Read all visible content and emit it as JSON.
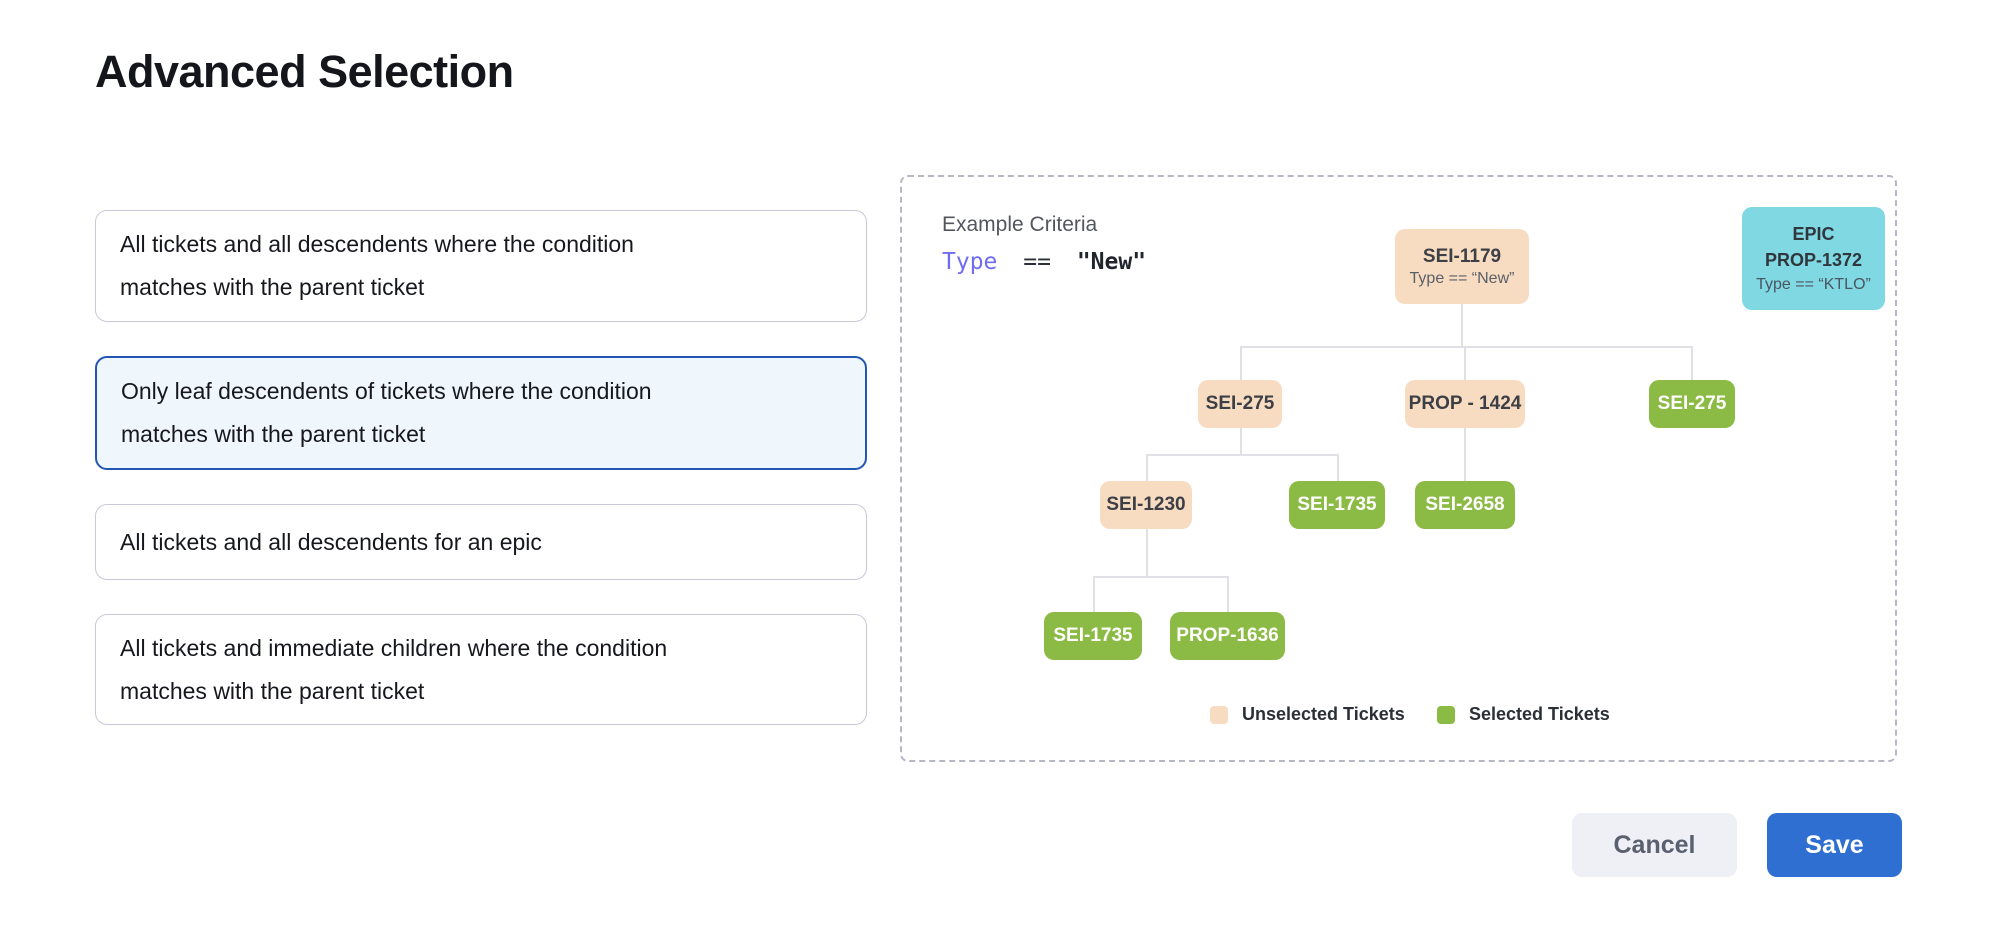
{
  "title": "Advanced Selection",
  "options": [
    {
      "label": "All tickets and all descendents where the condition\nmatches with the parent ticket",
      "selected": false
    },
    {
      "label": "Only leaf descendents of tickets where the condition\nmatches with the parent ticket",
      "selected": true
    },
    {
      "label": "All tickets and all descendents for an epic",
      "selected": false
    },
    {
      "label": "All tickets and immediate children where the condition\nmatches with the parent ticket",
      "selected": false
    }
  ],
  "panel": {
    "heading": "Example Criteria",
    "criteria": {
      "field": "Type",
      "operator": "==",
      "value": "\"New\""
    },
    "epic": {
      "kind": "EPIC",
      "id": "PROP-1372",
      "criteria": "Type == “KTLO”"
    },
    "tree": {
      "root": {
        "id": "SEI-1179",
        "criteria": "Type == “New”",
        "state": "unselected"
      },
      "nodes": [
        {
          "id": "SEI-275",
          "state": "unselected"
        },
        {
          "id": "PROP - 1424",
          "state": "unselected"
        },
        {
          "id": "SEI-275",
          "state": "selected"
        },
        {
          "id": "SEI-1230",
          "state": "unselected"
        },
        {
          "id": "SEI-1735",
          "state": "selected"
        },
        {
          "id": "SEI-2658",
          "state": "selected"
        },
        {
          "id": "SEI-1735",
          "state": "selected"
        },
        {
          "id": "PROP-1636",
          "state": "selected"
        }
      ]
    },
    "legend": [
      {
        "label": "Unselected Tickets",
        "color": "#f7dcc1"
      },
      {
        "label": "Selected Tickets",
        "color": "#8cbb45"
      }
    ]
  },
  "actions": {
    "cancel": "Cancel",
    "save": "Save"
  },
  "colors": {
    "selected_card_border": "#2256b2",
    "selected_card_bg": "#eff6fc",
    "card_border": "#c7c9d9",
    "unselected_ticket": "#f7dcc1",
    "selected_ticket": "#8cbb45",
    "epic_card": "#7fd8e2",
    "criteria_field": "#6f6cf2",
    "save_button": "#2f6fd2",
    "cancel_button_bg": "#eef0f5",
    "connector_line": "#e0e1e6"
  }
}
